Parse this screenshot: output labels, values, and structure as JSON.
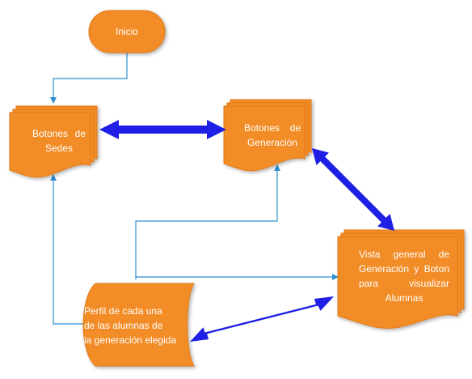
{
  "colors": {
    "shape_fill": "#F28C28",
    "shape_stroke": "#E37A14",
    "connector": "#2E8FD0",
    "bidirectional_arrow": "#1F1FE6",
    "text": "#FFFFFF"
  },
  "nodes": {
    "inicio": {
      "label": "Inicio",
      "shape": "terminator"
    },
    "sedes": {
      "lines": [
        "Botones de",
        "Sedes"
      ],
      "shape": "multi-document"
    },
    "generacion": {
      "lines": [
        "Botones de",
        "Generación"
      ],
      "shape": "multi-document"
    },
    "vista": {
      "lines": [
        "Vista general de",
        "Generación y Boton",
        "para visualizar",
        "Alumnas"
      ],
      "shape": "multi-document"
    },
    "perfil": {
      "lines": [
        "Perfil de cada una",
        "de las alumnas de",
        "la generación elegida"
      ],
      "shape": "stored-data"
    }
  }
}
